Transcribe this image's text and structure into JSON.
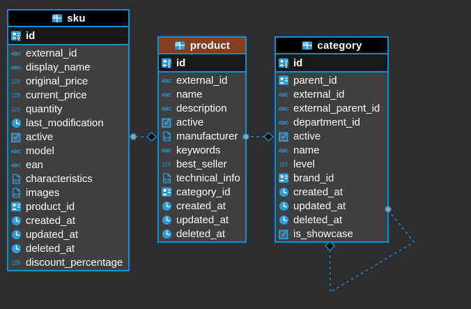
{
  "canvas": {
    "name": "er-diagram"
  },
  "colors": {
    "canvas_bg": "#2e2e30",
    "table_bg": "#3f3f41",
    "table_border": "#1391cc",
    "header_bg_default": "#000000",
    "header_bg_product": "#863e20",
    "id_row_bg": "#191919",
    "icon_blue": "#2e9bd6",
    "wire_blue": "#2e85b8",
    "endpoint_dot_fill": "#a0a0a0",
    "endpoint_diamond_fill": "#0d0d0d",
    "text": "#ffffff"
  },
  "tables": [
    {
      "key": "sku",
      "name": "sku",
      "header_bg": "#000000",
      "header_icon": "table-icon",
      "primary_key": {
        "label": "id",
        "icon": "primary-key-icon"
      },
      "columns": [
        {
          "name": "external_id",
          "icon": "text-type-icon"
        },
        {
          "name": "display_name",
          "icon": "text-type-icon"
        },
        {
          "name": "original_price",
          "icon": "number-type-icon"
        },
        {
          "name": "current_price",
          "icon": "number-type-icon"
        },
        {
          "name": "quantity",
          "icon": "number-type-icon"
        },
        {
          "name": "last_modification",
          "icon": "datetime-type-icon"
        },
        {
          "name": "active",
          "icon": "boolean-type-icon"
        },
        {
          "name": "model",
          "icon": "text-type-icon"
        },
        {
          "name": "ean",
          "icon": "text-type-icon"
        },
        {
          "name": "characteristics",
          "icon": "json-type-icon"
        },
        {
          "name": "images",
          "icon": "json-type-icon"
        },
        {
          "name": "product_id",
          "icon": "foreign-key-icon"
        },
        {
          "name": "created_at",
          "icon": "datetime-type-icon"
        },
        {
          "name": "updated_at",
          "icon": "datetime-type-icon"
        },
        {
          "name": "deleted_at",
          "icon": "datetime-type-icon"
        },
        {
          "name": "discount_percentage",
          "icon": "number-type-icon"
        }
      ]
    },
    {
      "key": "product",
      "name": "product",
      "header_bg": "#863e20",
      "header_icon": "table-icon",
      "primary_key": {
        "label": "id",
        "icon": "primary-key-icon"
      },
      "columns": [
        {
          "name": "external_id",
          "icon": "text-type-icon"
        },
        {
          "name": "name",
          "icon": "text-type-icon"
        },
        {
          "name": "description",
          "icon": "text-type-icon"
        },
        {
          "name": "active",
          "icon": "boolean-type-icon"
        },
        {
          "name": "manufacturer",
          "icon": "json-type-icon"
        },
        {
          "name": "keywords",
          "icon": "text-type-icon"
        },
        {
          "name": "best_seller",
          "icon": "number-type-icon"
        },
        {
          "name": "technical_info",
          "icon": "json-type-icon"
        },
        {
          "name": "category_id",
          "icon": "foreign-key-icon"
        },
        {
          "name": "created_at",
          "icon": "datetime-type-icon"
        },
        {
          "name": "updated_at",
          "icon": "datetime-type-icon"
        },
        {
          "name": "deleted_at",
          "icon": "datetime-type-icon"
        }
      ]
    },
    {
      "key": "category",
      "name": "category",
      "header_bg": "#000000",
      "header_icon": "table-icon",
      "primary_key": {
        "label": "id",
        "icon": "primary-key-icon"
      },
      "columns": [
        {
          "name": "parent_id",
          "icon": "foreign-key-icon"
        },
        {
          "name": "external_id",
          "icon": "text-type-icon"
        },
        {
          "name": "external_parent_id",
          "icon": "text-type-icon"
        },
        {
          "name": "department_id",
          "icon": "text-type-icon"
        },
        {
          "name": "active",
          "icon": "boolean-type-icon"
        },
        {
          "name": "name",
          "icon": "text-type-icon"
        },
        {
          "name": "level",
          "icon": "number-type-icon"
        },
        {
          "name": "brand_id",
          "icon": "foreign-key-icon"
        },
        {
          "name": "created_at",
          "icon": "datetime-type-icon"
        },
        {
          "name": "updated_at",
          "icon": "datetime-type-icon"
        },
        {
          "name": "deleted_at",
          "icon": "datetime-type-icon"
        },
        {
          "name": "is_showcase",
          "icon": "boolean-type-icon"
        }
      ]
    }
  ],
  "relations": [
    {
      "from": "sku",
      "to": "product"
    },
    {
      "from": "product",
      "to": "category"
    },
    {
      "from": "category",
      "to": "category"
    }
  ]
}
